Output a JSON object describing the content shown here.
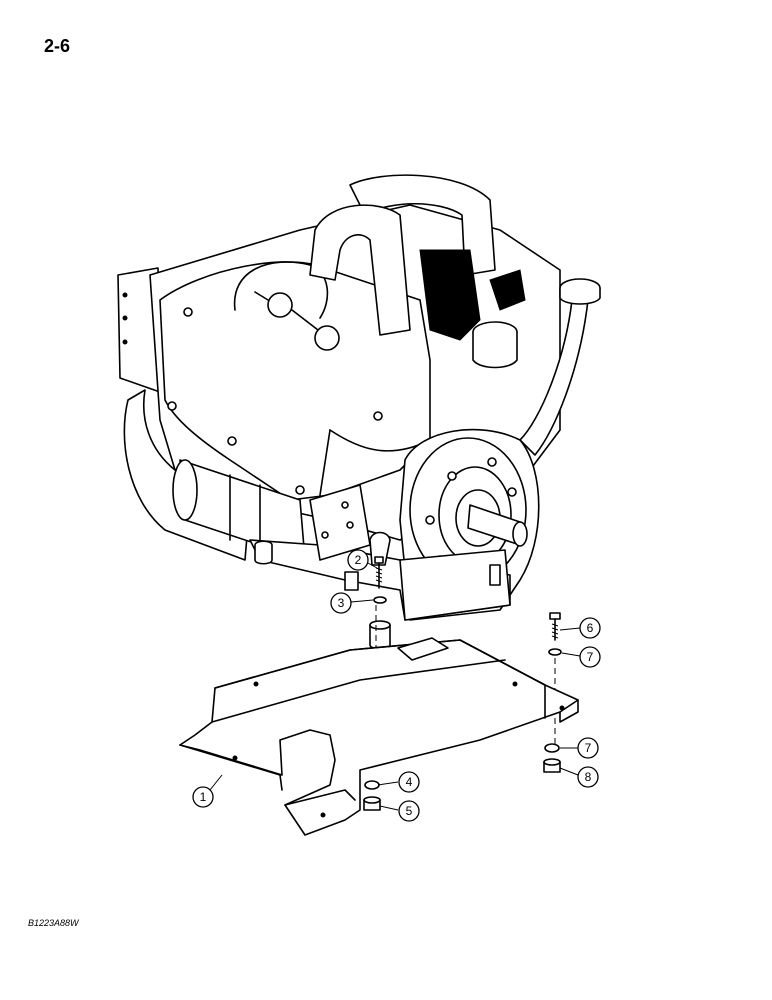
{
  "page_number": "2-6",
  "figure_code": "B1223A88W",
  "callouts": [
    {
      "id": "1",
      "label": "1"
    },
    {
      "id": "2",
      "label": "2"
    },
    {
      "id": "3",
      "label": "3"
    },
    {
      "id": "4",
      "label": "4"
    },
    {
      "id": "5",
      "label": "5"
    },
    {
      "id": "6",
      "label": "6"
    },
    {
      "id": "7a",
      "label": "7"
    },
    {
      "id": "7b",
      "label": "7"
    },
    {
      "id": "8",
      "label": "8"
    }
  ]
}
